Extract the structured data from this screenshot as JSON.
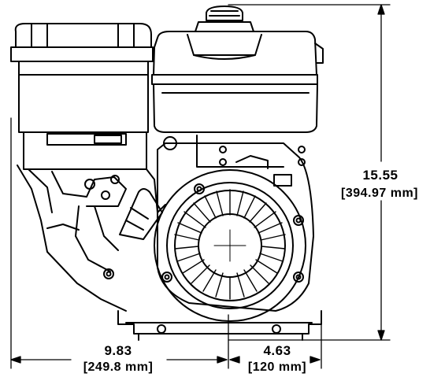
{
  "title": "",
  "dimensions": {
    "height": {
      "inches": "15.55",
      "mm": "[394.97 mm]"
    },
    "left_width": {
      "inches": "9.83",
      "mm": "[249.8 mm]"
    },
    "right_width": {
      "inches": "4.63",
      "mm": "[120 mm]"
    }
  },
  "colors": {
    "line": "#000000",
    "background": "#ffffff"
  }
}
